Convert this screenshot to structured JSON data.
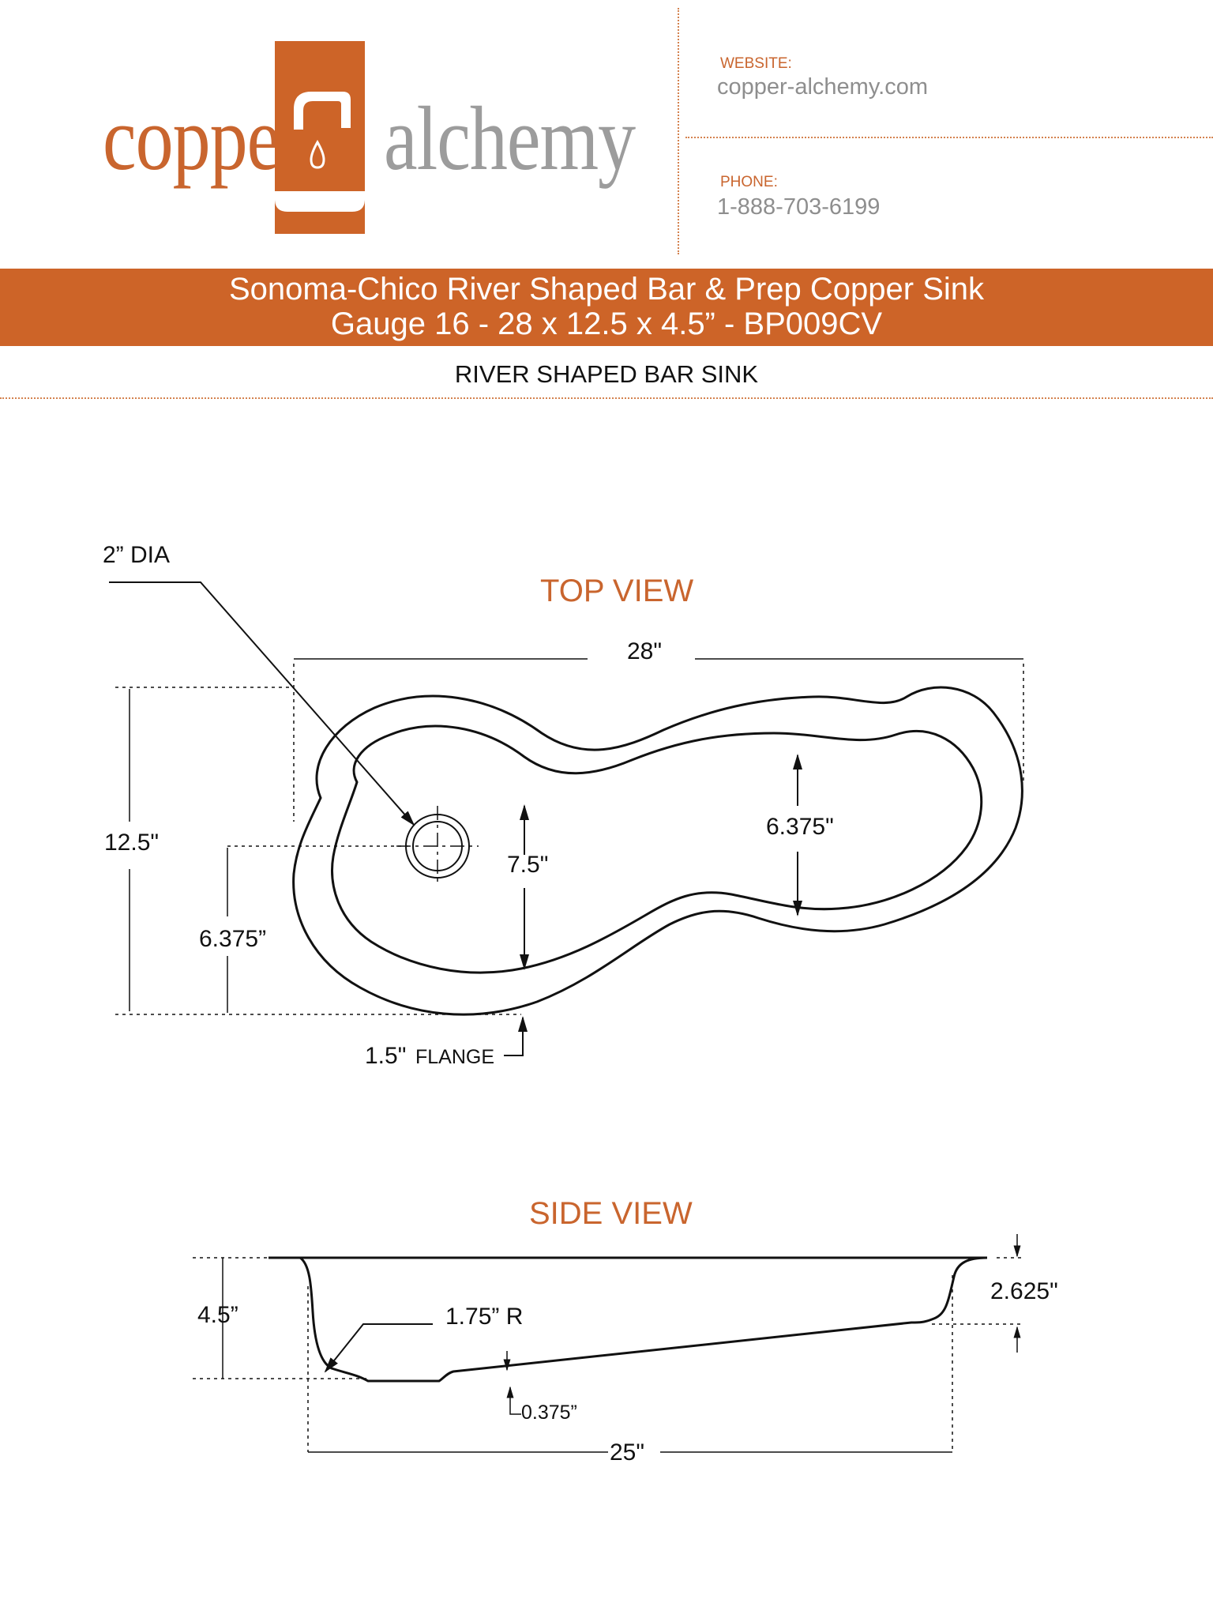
{
  "brand": {
    "name_part1": "copper",
    "name_part2": "alchemy",
    "accent_color": "#cd6428",
    "gray_color": "#9c9c9c"
  },
  "contact": {
    "website_label": "WEBSITE:",
    "website": "copper-alchemy.com",
    "phone_label": "PHONE:",
    "phone": "1-888-703-6199"
  },
  "banner": {
    "line1": "Sonoma-Chico River Shaped Bar & Prep Copper Sink",
    "line2": "Gauge 16 - 28 x 12.5 x 4.5” - BP009CV"
  },
  "subtitle": "RIVER SHAPED BAR SINK",
  "top_view": {
    "title": "TOP VIEW",
    "drain_label": "2” DIA",
    "length": "28\"",
    "width": "12.5\"",
    "drain_offset": "6.375”",
    "inner_left_depth": "7.5\"",
    "inner_right_depth": "6.375\"",
    "flange_value": "1.5\"",
    "flange_label": "FLANGE"
  },
  "side_view": {
    "title": "SIDE VIEW",
    "depth": "4.5”",
    "radius": "1.75” R",
    "step": "0.375”",
    "bottom_length": "25\"",
    "right_depth": "2.625\""
  }
}
